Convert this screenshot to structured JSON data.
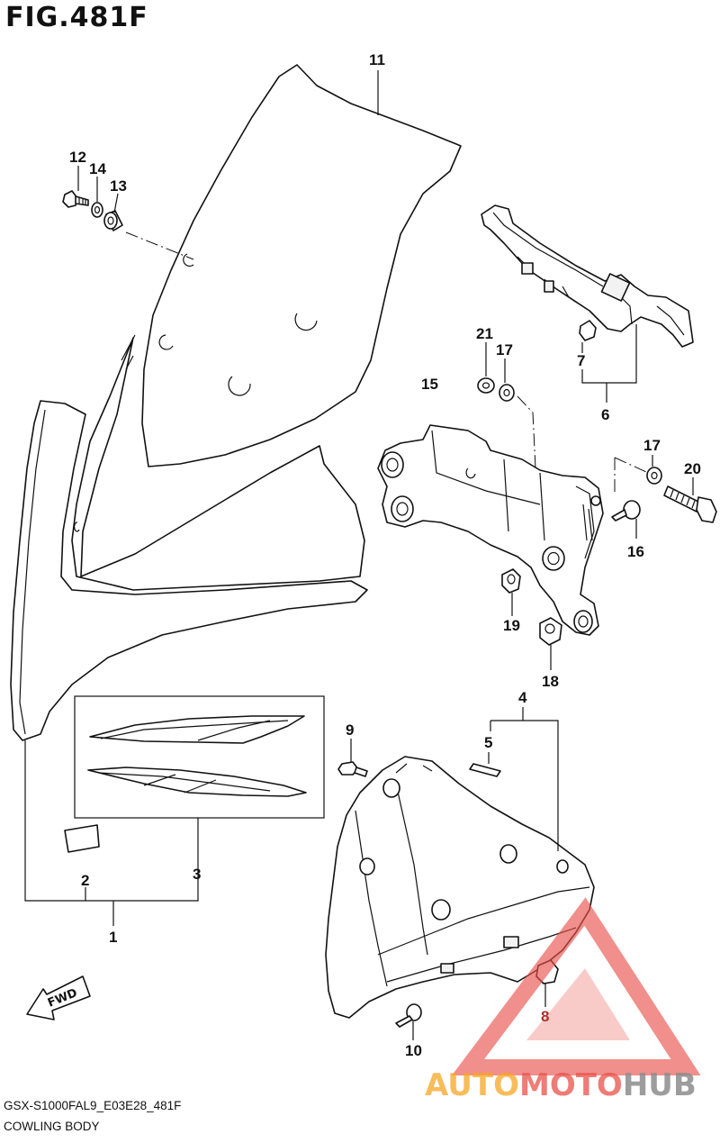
{
  "header": {
    "figure_title": "FIG.481F"
  },
  "footer": {
    "model_code": "GSX-S1000FAL9_E03E28_481F",
    "section_name": "COWLING BODY"
  },
  "callouts": {
    "n1": "1",
    "n2": "2",
    "n3": "3",
    "n4": "4",
    "n5": "5",
    "n6": "6",
    "n7": "7",
    "n8": "8",
    "n9": "9",
    "n10": "10",
    "n11": "11",
    "n12": "12",
    "n13": "13",
    "n14": "14",
    "n15": "15",
    "n16": "16",
    "n17a": "17",
    "n17b": "17",
    "n18": "18",
    "n19": "19",
    "n20": "20",
    "n21": "21"
  },
  "fwd_label": "FWD",
  "watermark": {
    "part1": "AUTO",
    "part2": "MOTO",
    "part3": "HUB",
    "colors": {
      "auto": "#f5a623",
      "moto": "#e8504a",
      "hub": "#8c8c8c",
      "triangle": "#e8504a"
    }
  }
}
